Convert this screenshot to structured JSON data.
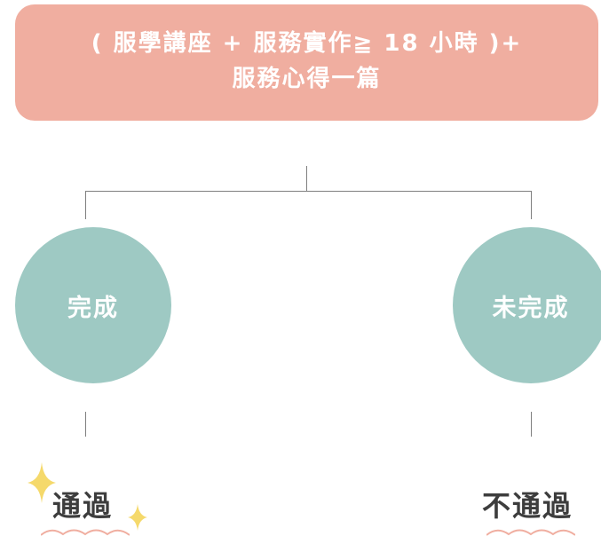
{
  "top_box": {
    "line1": "( 服學講座 + 服務實作≧ 18 小時 )+",
    "line2": "服務心得一篇"
  },
  "nodes": {
    "left": "完成",
    "right": "未完成"
  },
  "results": {
    "left": "通過",
    "right": "不通過"
  },
  "colors": {
    "box": "#f0aea0",
    "circle": "#9ec9c3",
    "line": "#7f7f7f",
    "text_dark": "#3d3d3d",
    "sparkle": "#f5d96b",
    "wave": "#f0aea0"
  },
  "icons": [
    "sparkle-icon",
    "wave-decoration"
  ]
}
